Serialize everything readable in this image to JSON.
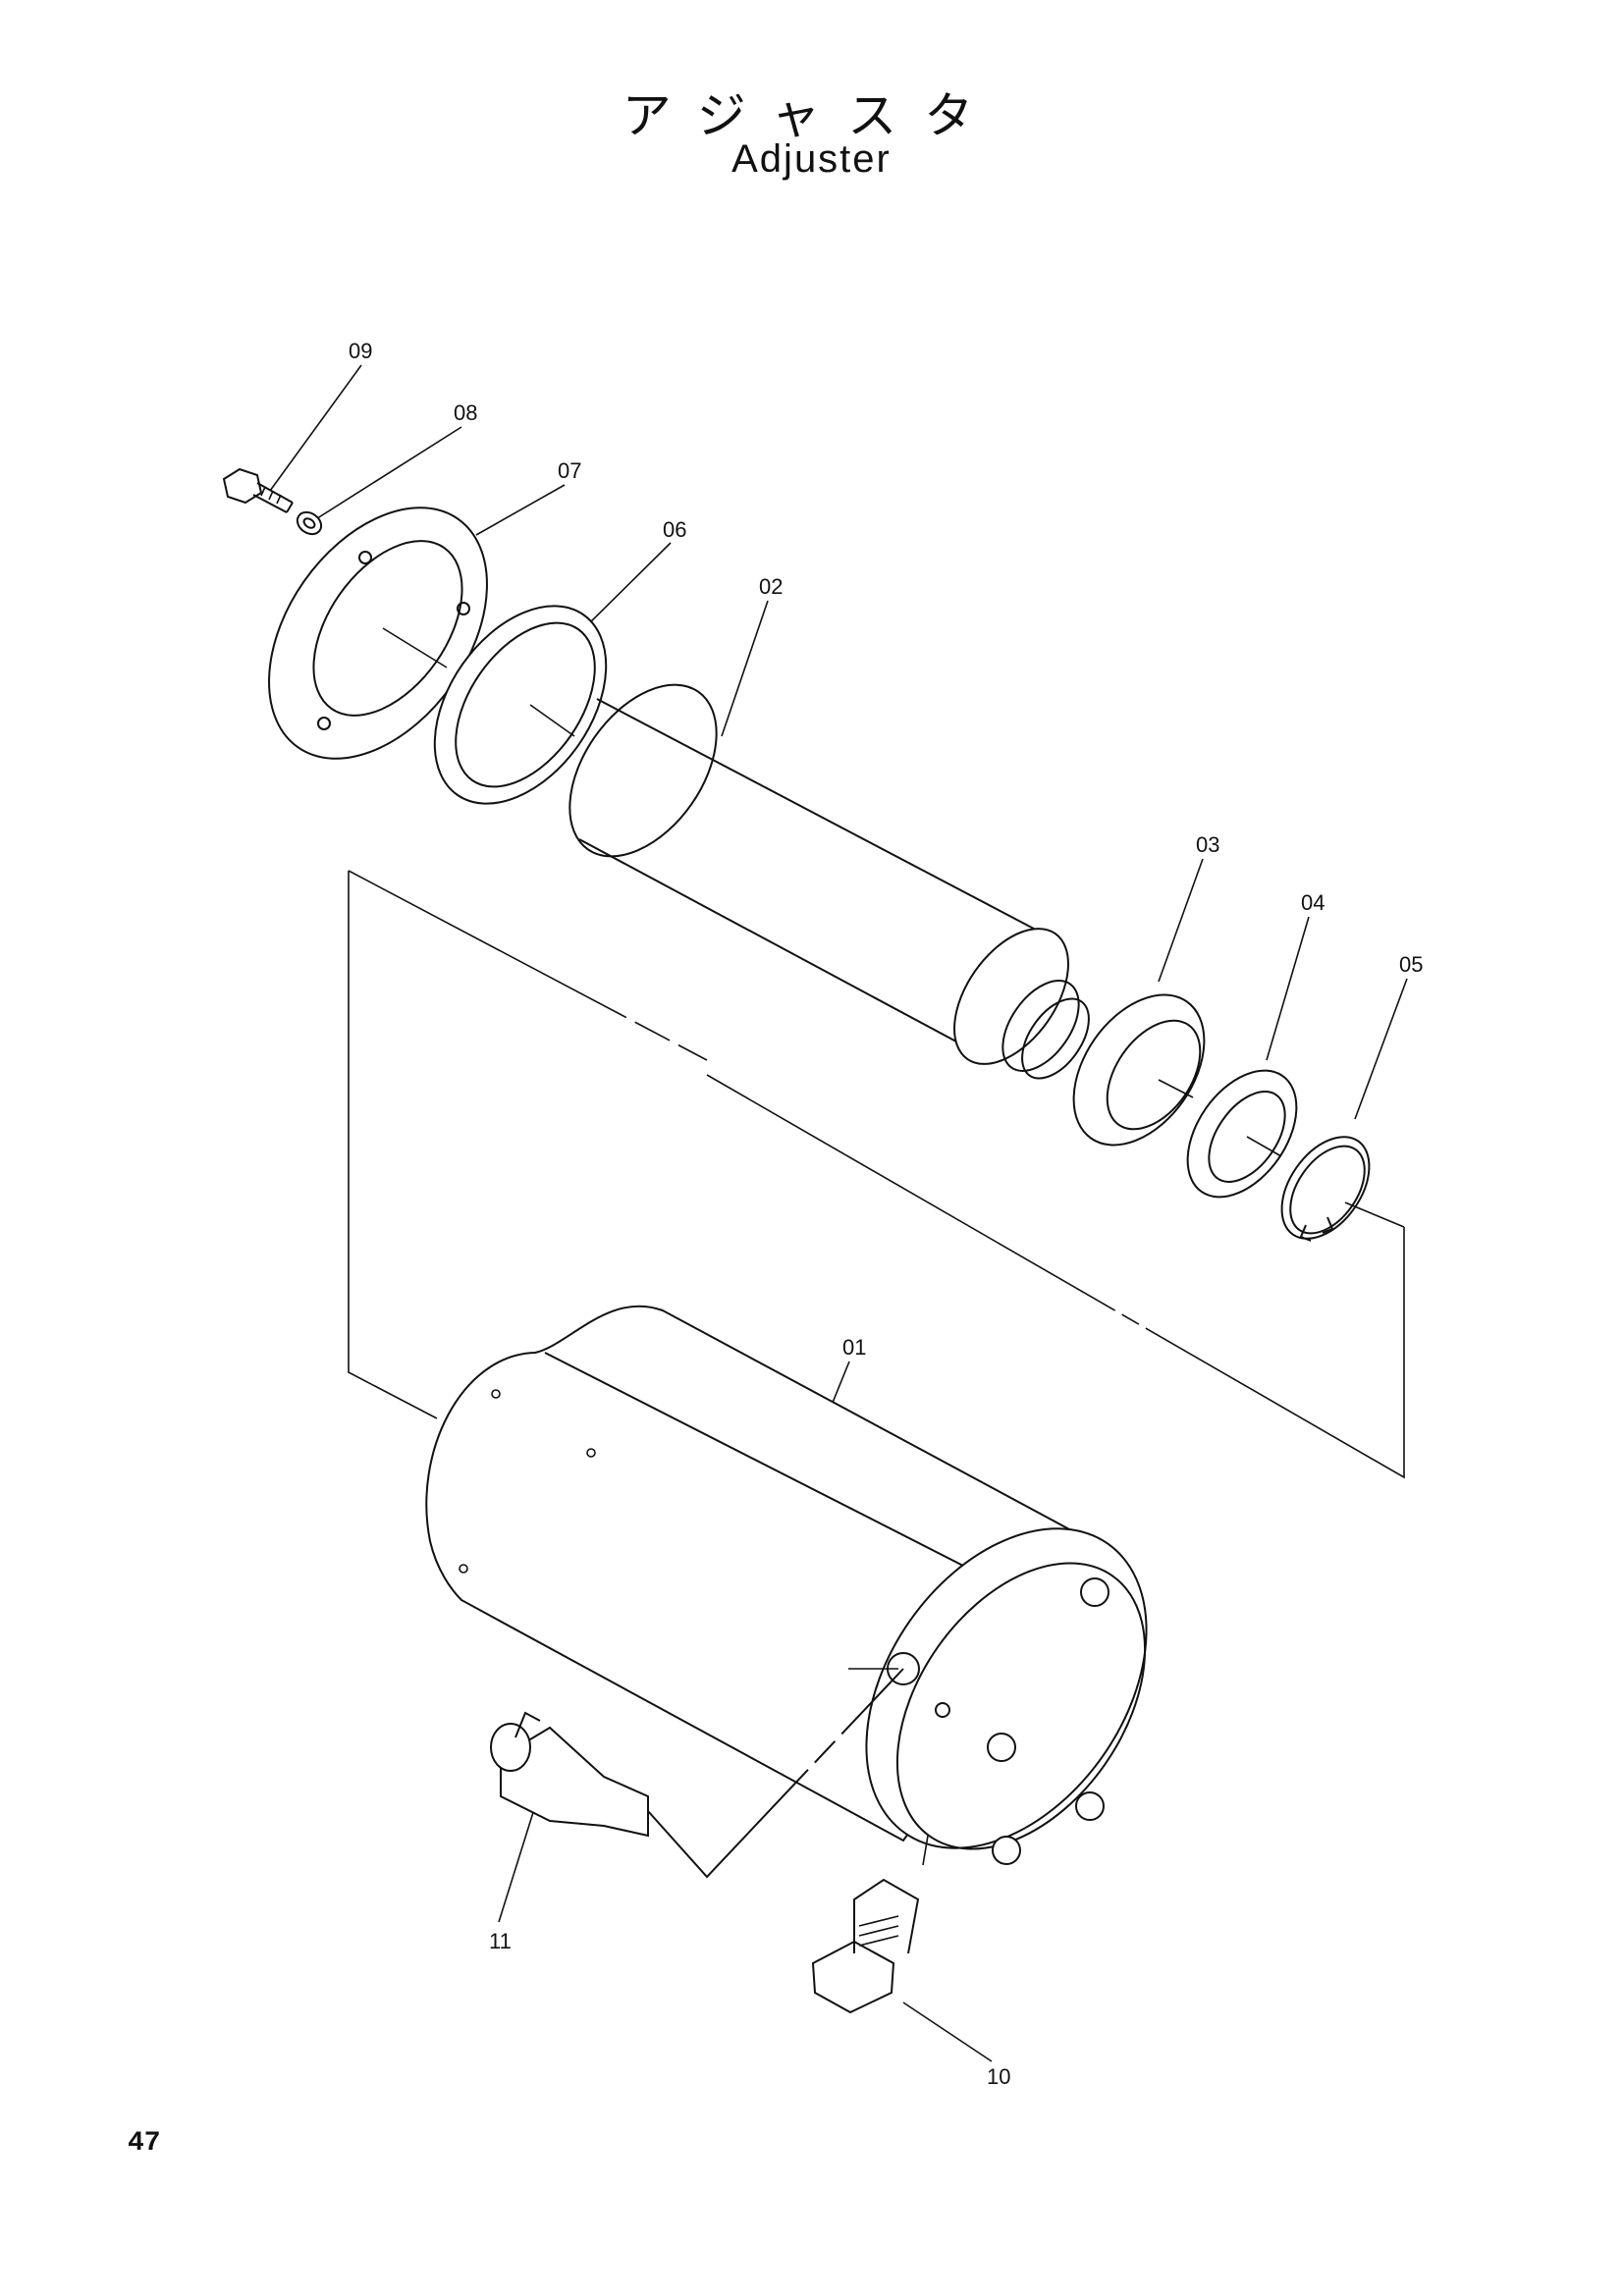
{
  "title_jp": "アジャスタ",
  "title_en": "Adjuster",
  "page_number": "47",
  "callouts": [
    "09",
    "08",
    "07",
    "06",
    "02",
    "03",
    "04",
    "05",
    "01",
    "11",
    "10"
  ]
}
